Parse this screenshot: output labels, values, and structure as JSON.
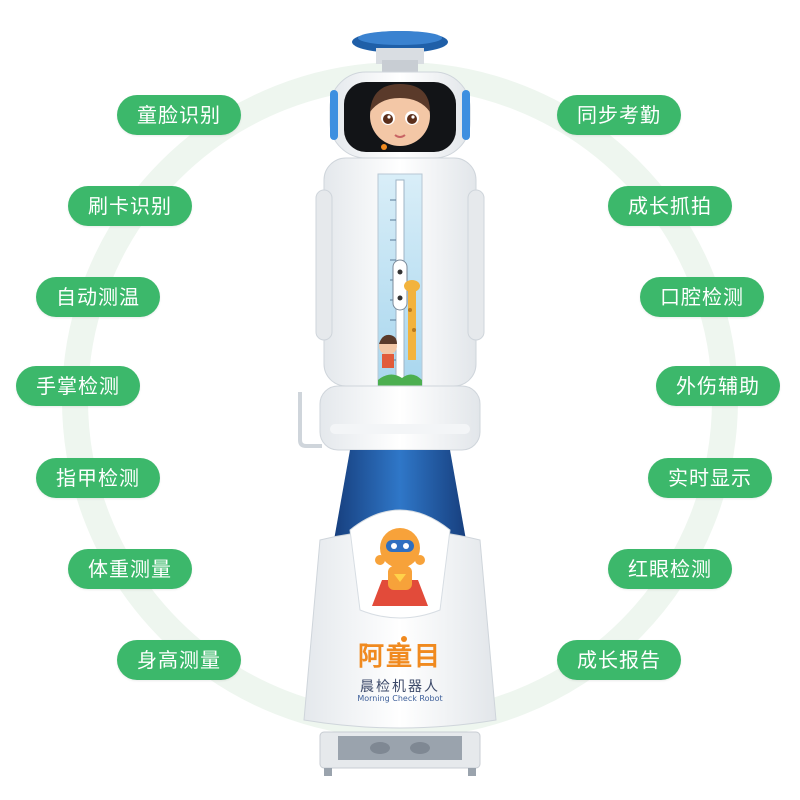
{
  "colors": {
    "pill": "#3cb86b",
    "pill_text": "#ffffff",
    "ring": "#eef6ef",
    "robot_blue": "#1f5fa8",
    "brand_orange": "#f08a1f"
  },
  "features_left": [
    "童脸识别",
    "刷卡识别",
    "自动测温",
    "手掌检测",
    "指甲检测",
    "体重测量",
    "身高测量"
  ],
  "features_right": [
    "同步考勤",
    "成长抓拍",
    "口腔检测",
    "外伤辅助",
    "实时显示",
    "红眼检测",
    "成长报告"
  ],
  "brand": {
    "name": "阿童目",
    "subtitle_cn": "晨检机器人",
    "subtitle_en": "Morning Check Robot"
  },
  "icons": {
    "mascot": "robot-mascot-icon",
    "robot": "morning-check-robot-illustration"
  }
}
